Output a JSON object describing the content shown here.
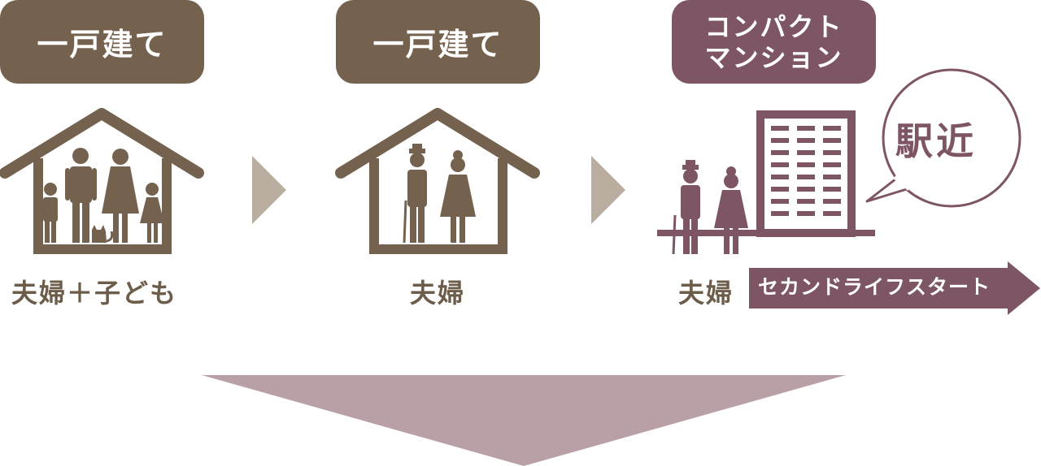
{
  "stages": [
    {
      "tag": "一戸建て",
      "caption": "夫婦＋子ども"
    },
    {
      "tag": "一戸建て",
      "caption": "夫婦"
    },
    {
      "tag_line1": "コンパクト",
      "tag_line2": "マンション",
      "caption": "夫婦"
    }
  ],
  "bubble_text": "駅近",
  "banner_text": "セカンドライフスタート",
  "colors": {
    "brown": "#75624e",
    "plum": "#7e5564",
    "step_arrow": "#b9ad9f",
    "down_arrow": "#b9a0a6"
  },
  "icons": [
    "house-family-icon",
    "house-couple-icon",
    "apartment-building-icon",
    "speech-bubble-icon"
  ]
}
